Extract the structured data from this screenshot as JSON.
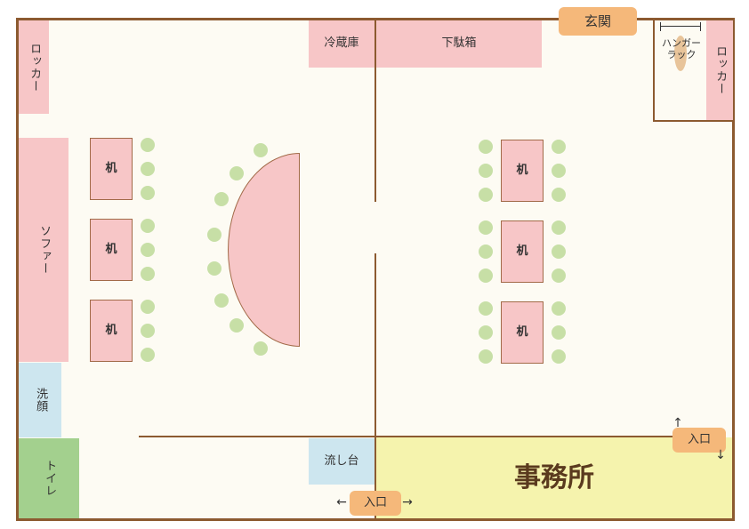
{
  "rooms": {
    "entrance": "玄関",
    "office": "事務所"
  },
  "furniture": {
    "locker_left": "ロッカー",
    "locker_right": "ロッカー",
    "sofa": "ソファー",
    "washbasin": "洗顔",
    "toilet": "トイレ",
    "fridge": "冷蔵庫",
    "shoe_box": "下駄箱",
    "hanger_rack": "ハンガーラック",
    "sink": "流し台",
    "desk_label": "机"
  },
  "entrances": {
    "bottom": "入口",
    "right": "入口"
  },
  "arrows": {
    "left": "←",
    "right": "→",
    "up": "↑",
    "down": "↓"
  },
  "colors": {
    "wall": "#8c5a30",
    "furniture_pink": "#f7c6c7",
    "chair_green": "#c7dfa6",
    "badge_orange": "#f5b87a",
    "washbasin_blue": "#cde6ef",
    "toilet_green": "#a3d08e",
    "office_yellow": "#f5f3ad"
  }
}
